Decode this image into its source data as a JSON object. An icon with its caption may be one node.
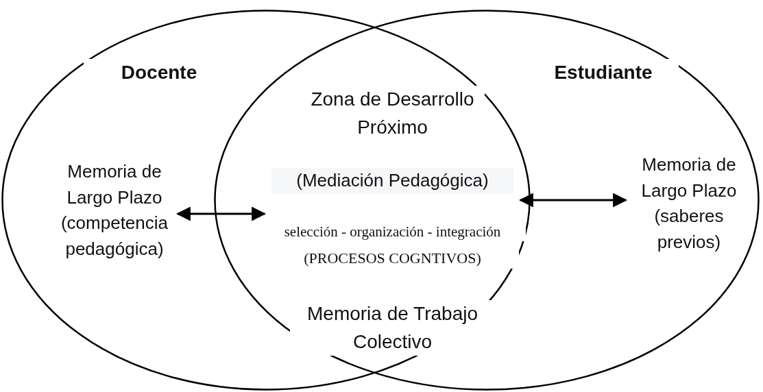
{
  "diagram": {
    "nodes": [
      {
        "text": [
          "Docente"
        ]
      },
      {
        "text": [
          "Estudiante"
        ]
      },
      {
        "text": [
          "Memoria de Largo Plazo (competencia pedagógica)"
        ],
        "in": 0
      },
      {
        "text": [
          "Zona de Desarrollo Próximo",
          "(Mediación Pedagógica)",
          "selección - organización - integración",
          "(PROCESOS COGNTIVOS)",
          "Memoria de Trabajo Colectivo"
        ]
      },
      {
        "text": [
          "Memoria de Largo Plazo (saberes previos)"
        ],
        "in": 1
      }
    ],
    "edges": [
      {
        "from": 2,
        "to": 3,
        "arrow": "both"
      },
      {
        "from": 3,
        "to": 4,
        "arrow": "both"
      }
    ]
  }
}
